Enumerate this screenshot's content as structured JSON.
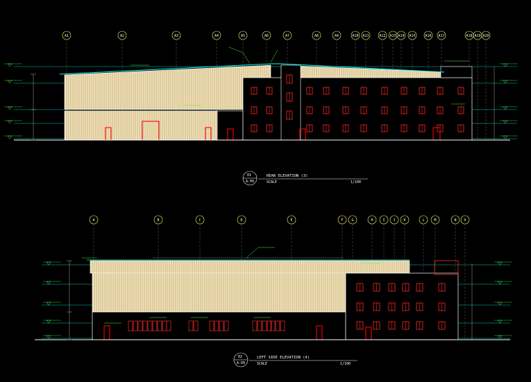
{
  "colors": {
    "background": "#000000",
    "grid_bubble": "#ffff66",
    "grid_text": "#ffffff",
    "outline": "#ffffff",
    "level_line": "#00ffff",
    "roof_line": "#00ffff",
    "cladding_fill": "#f2e2b8",
    "cladding_rib": "#a08a5a",
    "wall": "#000000",
    "window": "#ff2a2a",
    "door": "#ff0000",
    "annotation": "#44ff44",
    "dim_line": "#aaaaaa"
  },
  "icons": {
    "grid_bubble": "circle-grid-bubble-icon",
    "level_marker": "triangle-level-marker-icon",
    "title_marker": "section-title-bubble-icon"
  },
  "elevations": [
    {
      "id": "rear",
      "title_number": "01",
      "sheet_ref": "A-09",
      "title": "REAR ELEVATION (3)",
      "scale_label": "SCALE",
      "scale_value": "1/100",
      "grid_labels": [
        "A1",
        "A2",
        "A3",
        "A4",
        "A5",
        "A6",
        "A7",
        "A8",
        "A9",
        "A10",
        "A11",
        "A12",
        "A13",
        "A14",
        "A15",
        "A16",
        "A17",
        "A18",
        "A19",
        "A20"
      ]
    },
    {
      "id": "left",
      "title_number": "02",
      "sheet_ref": "A-09",
      "title": "LEFT SIDE ELEVATION (4)",
      "scale_label": "SCALE",
      "scale_value": "1/100",
      "grid_labels": [
        "A",
        "B",
        "C",
        "D",
        "E",
        "F",
        "G",
        "H",
        "I",
        "J",
        "K",
        "L",
        "M",
        "N",
        "O"
      ]
    }
  ]
}
